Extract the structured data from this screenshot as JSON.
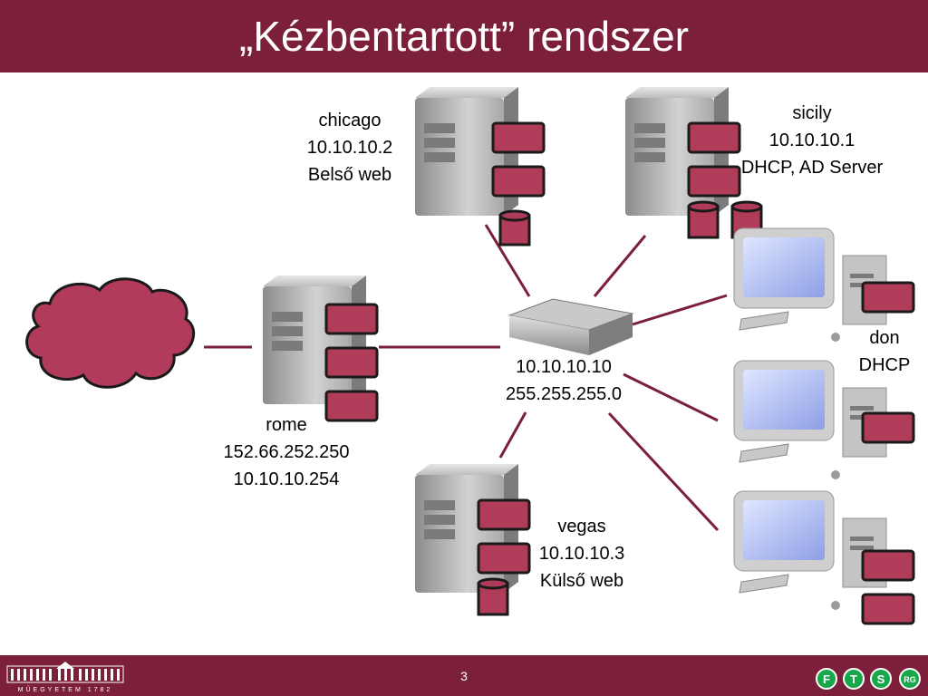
{
  "title": "„Kézbentartott” rendszer",
  "page_number": "3",
  "logo": {
    "text": "MŰEGYETEM 1782"
  },
  "badges": [
    "F",
    "T",
    "S",
    "RG"
  ],
  "colors": {
    "brand": "#7b1f3a",
    "service_box": "#b03c5a",
    "cloud": "#b23a5a",
    "link": "#7b1f3a"
  },
  "nodes": {
    "chicago": {
      "lines": [
        "chicago",
        "10.10.10.2",
        "Belső web"
      ]
    },
    "sicily": {
      "lines": [
        "sicily",
        "10.10.10.1",
        "DHCP, AD Server"
      ]
    },
    "rome": {
      "lines": [
        "rome",
        "152.66.252.250",
        "10.10.10.254"
      ]
    },
    "switch": {
      "lines": [
        "10.10.10.10",
        "255.255.255.0"
      ]
    },
    "vegas": {
      "lines": [
        "vegas",
        "10.10.10.3",
        "Külső web"
      ]
    },
    "don": {
      "lines": [
        "don",
        "DHCP"
      ]
    }
  }
}
